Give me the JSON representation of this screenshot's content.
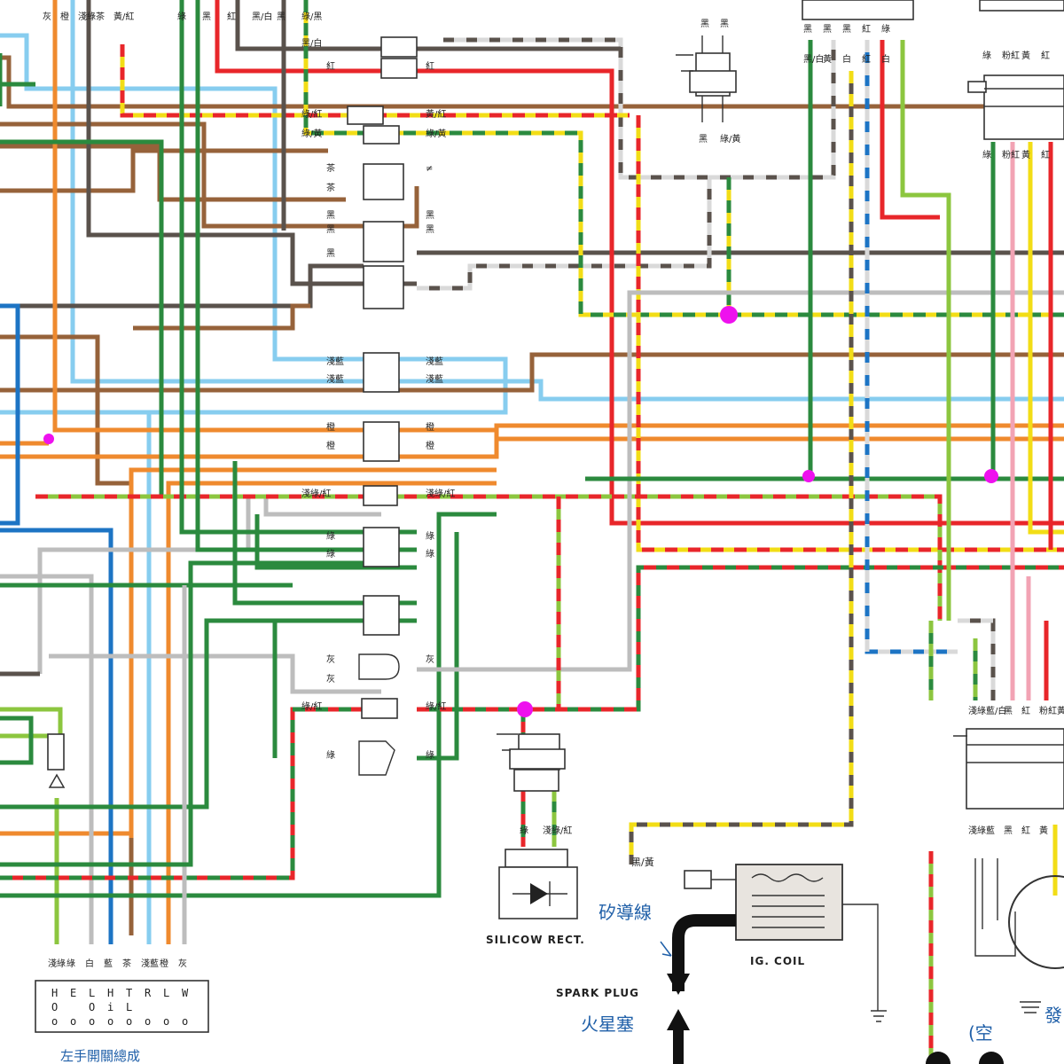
{
  "colors": {
    "red": "#e8262a",
    "green": "#2b8a3e",
    "light_green": "#8cc63f",
    "yellow": "#f2dd16",
    "light_blue": "#87cdef",
    "blue": "#1d74c4",
    "orange": "#ef8a2e",
    "brown": "#96623a",
    "dark_gray": "#5a524c",
    "gray": "#bdbdbd",
    "white_trace": "#d9d9d9",
    "pink": "#f2a3b4",
    "junction": "#ee11ee",
    "black": "#111111"
  },
  "top_left_labels": [
    "灰",
    "橙",
    "淺綠",
    "茶",
    "黃/紅"
  ],
  "top_mid_labels": [
    "綠",
    "黑",
    "紅",
    "黑/白",
    "黑",
    "綠/黑"
  ],
  "connector_rows": [
    {
      "left": "黑/白",
      "right": ""
    },
    {
      "left": "紅",
      "right": "紅"
    },
    {
      "left": "綠/紅",
      "right": "黃/紅"
    },
    {
      "left": "綠/黃",
      "right": "綠/黃"
    },
    {
      "left": "茶",
      "right": "≠"
    },
    {
      "left": "茶",
      "right": ""
    },
    {
      "left": "黑",
      "right": "黑"
    },
    {
      "left": "黑",
      "right": "黑"
    },
    {
      "left": "黑",
      "right": ""
    },
    {
      "left": "淺藍",
      "right": "淺藍"
    },
    {
      "left": "淺藍",
      "right": "淺藍"
    },
    {
      "left": "橙",
      "right": "橙"
    },
    {
      "left": "橙",
      "right": "橙"
    },
    {
      "left": "淺綠/紅",
      "right": "淺綠/紅"
    },
    {
      "left": "綠",
      "right": "綠"
    },
    {
      "left": "綠",
      "right": "綠"
    },
    {
      "left": "灰",
      "right": "灰"
    },
    {
      "left": "灰",
      "right": ""
    },
    {
      "left": "綠/紅",
      "right": "綠/紅"
    },
    {
      "left": "綠",
      "right": "綠"
    }
  ],
  "switch": {
    "wire_labels": [
      "淺綠",
      "綠",
      "白",
      "藍",
      "茶",
      "淺藍",
      "橙",
      "灰"
    ],
    "pins": [
      "HO",
      "E",
      "LO",
      "Hi",
      "TL",
      "R",
      "L",
      "W"
    ],
    "caption": "左手開關總成"
  },
  "top_right_pins": [
    "黑",
    "黑",
    "黑",
    "紅",
    "綠"
  ],
  "top_right_pins2": [
    "黑/白",
    "黃",
    "白",
    "紅",
    "白"
  ],
  "far_right_top": [
    "綠",
    "粉紅",
    "黃",
    "紅"
  ],
  "far_right_mid": [
    "綠",
    "粉紅",
    "黃",
    "紅"
  ],
  "mid_right_labels": [
    "淺綠",
    "藍/白",
    "黑",
    "紅",
    "粉紅",
    "黃"
  ],
  "bottom_right_labels": [
    "淺綠",
    "藍",
    "黑",
    "紅",
    "黃"
  ],
  "rectifier_labels": [
    "綠",
    "淺綠/紅"
  ],
  "labels": {
    "silicon_rect": "SILICOW RECT.",
    "ig_coil": "IG. COIL",
    "spark_plug": "SPARK PLUG",
    "spark_plug_cn": "火星塞",
    "hv_wire_cn": "矽導線",
    "coil_wire": "黑/黃",
    "cut_text_1": "發",
    "cut_text_2": "(空"
  },
  "small_labels": {
    "coil_top_1": "黑",
    "coil_top_2": "黑",
    "coil_bot_1": "黑",
    "coil_bot_2": "綠/黃"
  }
}
